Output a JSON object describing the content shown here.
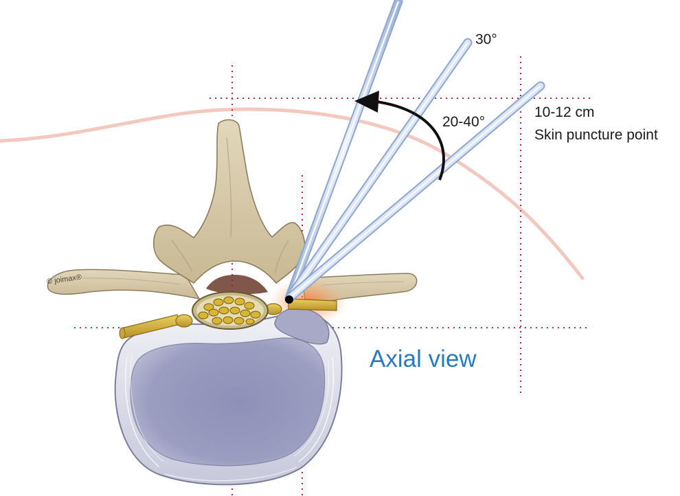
{
  "labels": {
    "needle_angle": "30°",
    "arc_angle": "20-40°",
    "distance": "10-12 cm",
    "skin_point": "Skin puncture point",
    "view_title": "Axial view",
    "copyright": "© joimax®"
  },
  "colors": {
    "skin_line": "#f2c8bf",
    "guide_dots": "#d0213a",
    "bone": "#d9ccae",
    "bone_shadow": "#8b7b5c",
    "disc": "#b8b9d2",
    "disc_ring": "#e2e2ec",
    "nerve": "#d8b63a",
    "needle": "#cfdcf2",
    "needle_edge": "#8ea6cc",
    "arrow": "#111111",
    "title_blue": "#2a7abf"
  },
  "icons": {
    "arrow": "curved-arrow-icon",
    "needle_tip": "needle-tip-icon"
  }
}
